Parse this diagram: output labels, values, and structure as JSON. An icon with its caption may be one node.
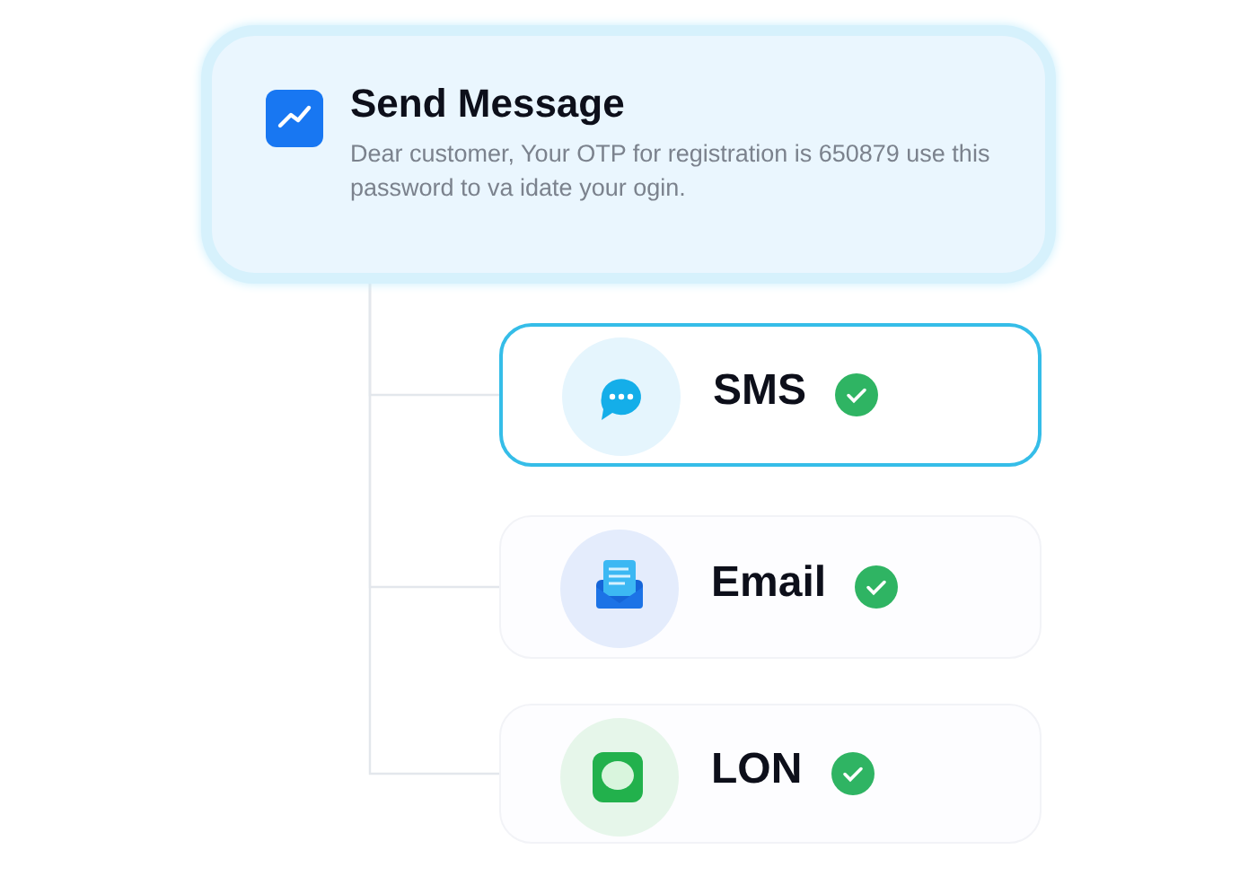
{
  "diagram": {
    "nodes": [
      {
        "text": [
          "Send Message",
          "Dear customer, Your OTP for registration is 650879 use this password to va idate your ogin."
        ]
      },
      {
        "text": [
          "SMS"
        ]
      },
      {
        "text": [
          "Email"
        ]
      },
      {
        "text": [
          "LON"
        ]
      }
    ],
    "edges": [
      {
        "from": 0,
        "to": 1,
        "arrow": "none"
      },
      {
        "from": 0,
        "to": 2,
        "arrow": "none"
      },
      {
        "from": 0,
        "to": 3,
        "arrow": "none"
      }
    ]
  }
}
